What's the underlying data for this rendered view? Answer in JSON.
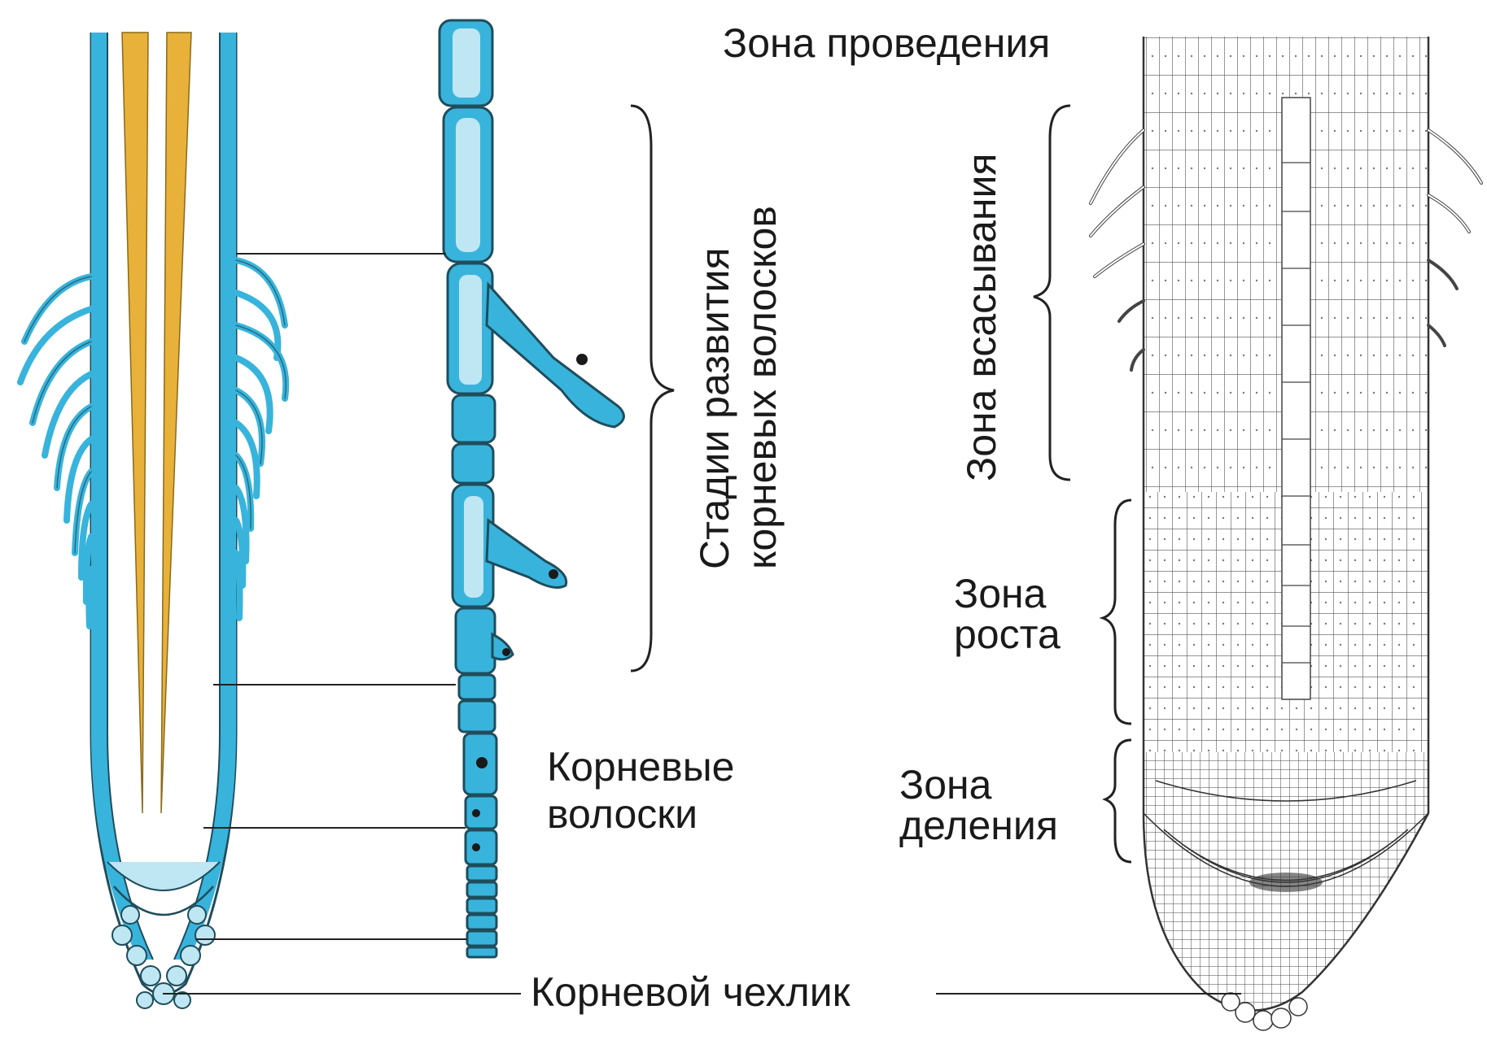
{
  "labels": {
    "conduction_zone": "Зона проведения",
    "absorption_zone": "Зона всасывания",
    "root_hair_stages_line1": "Стадии развития",
    "root_hair_stages_line2": "корневых волосков",
    "growth_zone_line1": "Зона",
    "growth_zone_line2": "роста",
    "root_hairs_line1": "Корневые",
    "root_hairs_line2": "волоски",
    "division_zone_line1": "Зона",
    "division_zone_line2": "деления",
    "root_cap": "Корневой чехлик"
  },
  "colors": {
    "epidermis": "#38b4dc",
    "epidermis_light": "#bfe6f3",
    "vascular": "#e8b13a",
    "outline": "#1f4d5c",
    "ink": "#222222"
  }
}
